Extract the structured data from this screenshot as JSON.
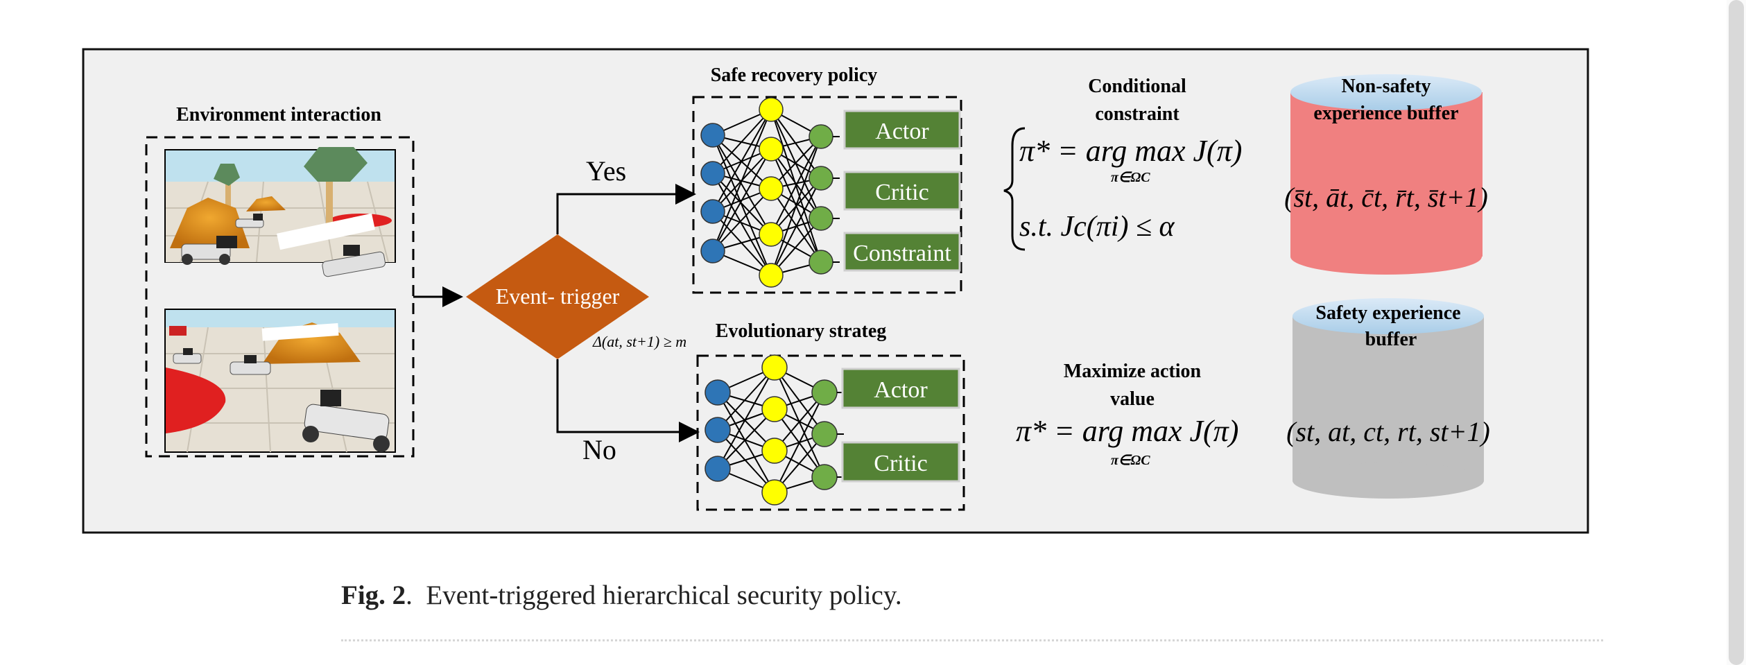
{
  "figure": {
    "env_title": "Environment interaction",
    "event_trigger": "Event- trigger",
    "trigger_condition": "Δ(at, st+1) ≥ m",
    "yes_label": "Yes",
    "no_label": "No",
    "safe_policy_title": "Safe recovery policy",
    "evo_title": "Evolutionary strateg",
    "safe_boxes": [
      "Actor",
      "Critic",
      "Constraint"
    ],
    "evo_boxes": [
      "Actor",
      "Critic"
    ],
    "cond_title_1": "Conditional",
    "cond_title_2": "constraint",
    "eq1": "π* = arg max J(π)",
    "eq1_sub": "π∈ΩC",
    "eq2": "s.t.  Jc(πi) ≤ α",
    "max_title_1": "Maximize action",
    "max_title_2": "value",
    "eq3": "π* = arg max J(π)",
    "eq3_sub": "π∈ΩC",
    "nonsafe_title_1": "Non-safety",
    "nonsafe_title_2": "experience buffer",
    "nonsafe_tuple": "(s̄t, āt, c̄t, r̄t, s̄t+1)",
    "safe_title_1": "Safety experience",
    "safe_title_2": "buffer",
    "safe_tuple": "(st, at, ct, rt, st+1)"
  },
  "caption": {
    "label": "Fig. 2",
    "text": "Event-triggered hierarchical security policy."
  },
  "colors": {
    "panel_bg": "#f0f0f0",
    "diamond": "#c55a11",
    "box_green": "#548235",
    "node_blue": "#2e75b6",
    "node_yellow": "#ffff00",
    "node_green": "#70ad47",
    "cyl_red": "#f08080",
    "cyl_gray": "#bfbfbf"
  }
}
